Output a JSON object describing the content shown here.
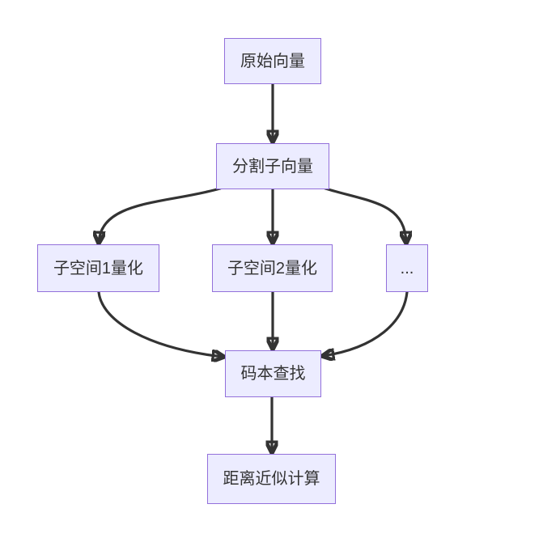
{
  "diagram": {
    "type": "flowchart",
    "direction": "top-down",
    "colors": {
      "background": "#ffffff",
      "node_fill": "#ECECFF",
      "node_border": "#9370DB",
      "text": "#333333",
      "arrow": "#333333"
    },
    "nodes": [
      {
        "id": "original-vector",
        "label": "原始向量"
      },
      {
        "id": "split-subvectors",
        "label": "分割子向量"
      },
      {
        "id": "subspace-1-quantization",
        "label": "子空间1量化"
      },
      {
        "id": "subspace-2-quantization",
        "label": "子空间2量化"
      },
      {
        "id": "ellipsis",
        "label": "..."
      },
      {
        "id": "codebook-lookup",
        "label": "码本查找"
      },
      {
        "id": "distance-approximation",
        "label": "距离近似计算"
      }
    ],
    "edges": [
      {
        "from": "original-vector",
        "to": "split-subvectors"
      },
      {
        "from": "split-subvectors",
        "to": "subspace-1-quantization"
      },
      {
        "from": "split-subvectors",
        "to": "subspace-2-quantization"
      },
      {
        "from": "split-subvectors",
        "to": "ellipsis"
      },
      {
        "from": "subspace-1-quantization",
        "to": "codebook-lookup"
      },
      {
        "from": "subspace-2-quantization",
        "to": "codebook-lookup"
      },
      {
        "from": "ellipsis",
        "to": "codebook-lookup"
      },
      {
        "from": "codebook-lookup",
        "to": "distance-approximation"
      }
    ]
  }
}
